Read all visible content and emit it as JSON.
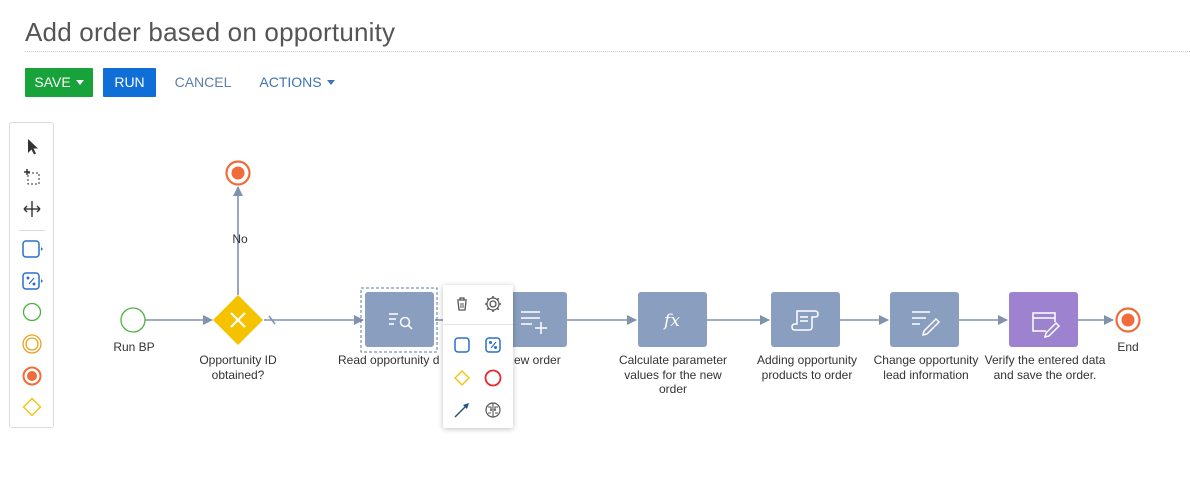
{
  "page": {
    "title": "Add order based on opportunity"
  },
  "toolbar": {
    "save_label": "SAVE",
    "run_label": "RUN",
    "cancel_label": "CANCEL",
    "actions_label": "ACTIONS"
  },
  "colors": {
    "save": "#18a23a",
    "run": "#0f6fd6",
    "task": "#8a9ec0",
    "user_task": "#9c82cf",
    "gateway": "#f5c200",
    "start": "#4fb040",
    "end": "#f06c3c",
    "flow": "#7f93ad"
  },
  "toolbox": {
    "items": [
      "pointer-icon",
      "lasso-select-icon",
      "space-tool-icon",
      "task-icon",
      "subprocess-icon",
      "start-event-icon",
      "intermediate-event-icon",
      "end-event-icon",
      "gateway-icon"
    ]
  },
  "diagram": {
    "start_label": "Run BP",
    "gateway_label": "Opportunity ID obtained?",
    "no_label": "No",
    "tasks": [
      {
        "label": "Read opportunity d",
        "icon": "read-data-icon"
      },
      {
        "label": "ew order",
        "icon": "add-data-icon"
      },
      {
        "label": "Calculate parameter values for the new order",
        "icon": "formula-icon"
      },
      {
        "label": "Adding opportunity products to order",
        "icon": "script-icon"
      },
      {
        "label": "Change opportunity lead information",
        "icon": "modify-data-icon"
      },
      {
        "label": "Verify the entered data and save the order.",
        "icon": "edit-page-icon"
      }
    ],
    "end_label": "End"
  },
  "context_menu": {
    "items": [
      "delete-icon",
      "settings-icon",
      "task-icon",
      "subprocess-icon",
      "gateway-icon",
      "end-event-icon",
      "connector-icon",
      "ai-icon"
    ]
  }
}
